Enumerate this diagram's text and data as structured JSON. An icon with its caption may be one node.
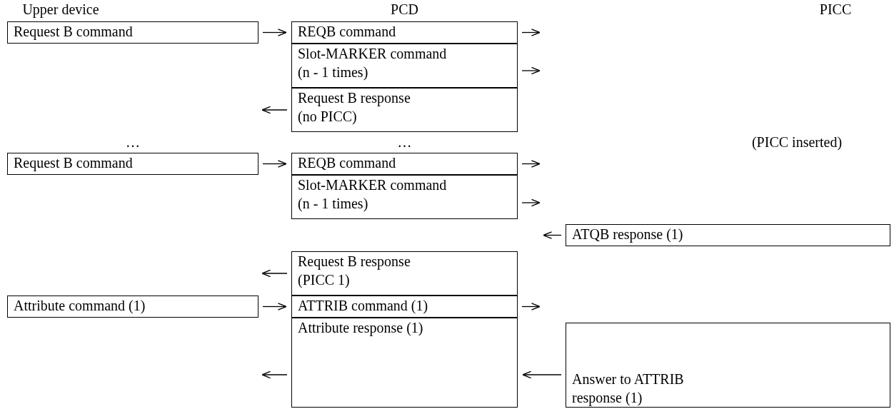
{
  "diagram": {
    "nodes": [
      {
        "text": [
          "Request B command"
        ]
      },
      {
        "text": [
          "REQB command"
        ]
      },
      {
        "text": [
          "Slot-MARKER command (n - 1 times)"
        ]
      },
      {
        "text": [
          "Request B response (no PICC)"
        ]
      },
      {
        "text": [
          "Request B command"
        ]
      },
      {
        "text": [
          "REQB command"
        ]
      },
      {
        "text": [
          "Slot-MARKER command (n - 1 times)"
        ]
      },
      {
        "text": [
          "ATQB response (1)"
        ]
      },
      {
        "text": [
          "Request B response (PICC 1)"
        ]
      },
      {
        "text": [
          "Attribute command (1)"
        ]
      },
      {
        "text": [
          "ATTRIB command (1)"
        ]
      },
      {
        "text": [
          "Attribute response (1)"
        ]
      },
      {
        "text": [
          "Answer to ATTRIB response (1)"
        ]
      }
    ],
    "edges": [
      {
        "from": 0,
        "to": 1,
        "arrow": "to"
      },
      {
        "from": 1,
        "to": null,
        "arrow": "to"
      },
      {
        "from": 2,
        "to": null,
        "arrow": "to"
      },
      {
        "from": 3,
        "to": null,
        "arrow": "to"
      },
      {
        "from": 4,
        "to": 5,
        "arrow": "to"
      },
      {
        "from": 5,
        "to": null,
        "arrow": "to"
      },
      {
        "from": 6,
        "to": null,
        "arrow": "to"
      },
      {
        "from": 7,
        "to": null,
        "arrow": "to"
      },
      {
        "from": 8,
        "to": null,
        "arrow": "to"
      },
      {
        "from": 9,
        "to": 10,
        "arrow": "to"
      },
      {
        "from": 10,
        "to": null,
        "arrow": "to"
      },
      {
        "from": 12,
        "to": 11,
        "arrow": "to"
      },
      {
        "from": 11,
        "to": null,
        "arrow": "to"
      }
    ],
    "labels": [
      "Upper device",
      "PCD",
      "PICC",
      "…",
      "…",
      "(PICC inserted)"
    ]
  }
}
